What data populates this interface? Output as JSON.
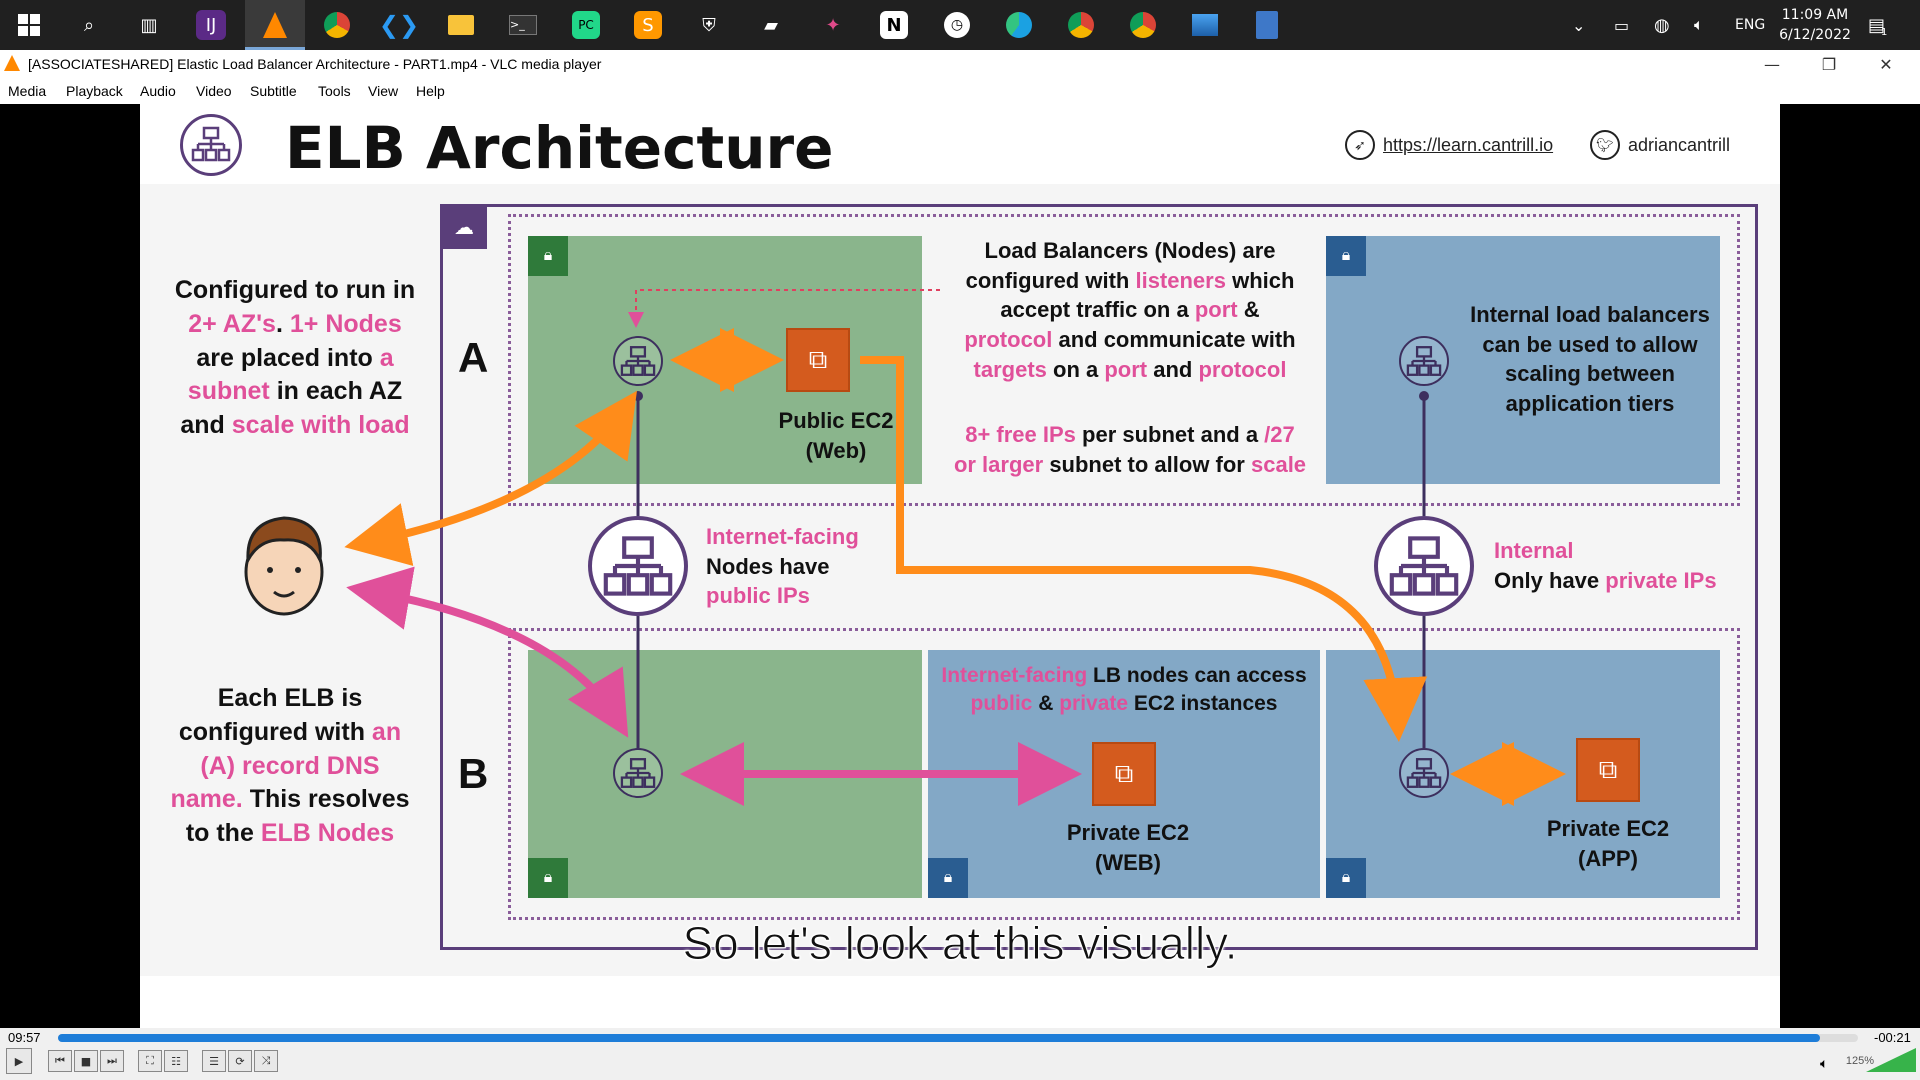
{
  "taskbar": {
    "clock_time": "11:09 AM",
    "clock_date": "6/12/2022",
    "language": "ENG",
    "notification_count": "1",
    "apps": [
      "start-icon",
      "search-icon",
      "task-view-icon",
      "jetbrains-toolbox-icon",
      "vlc-icon",
      "chrome-icon",
      "vscode-icon",
      "file-explorer-icon",
      "terminal-icon",
      "pycharm-icon",
      "sublime-text-icon",
      "security-icon",
      "app-icon",
      "app-icon",
      "notion-icon",
      "clock-app-icon",
      "edge-icon",
      "chrome-icon",
      "chrome-icon",
      "photos-icon",
      "calculator-icon"
    ]
  },
  "window": {
    "title": "[ASSOCIATESHARED] Elastic Load Balancer Architecture - PART1.mp4 - VLC media player"
  },
  "menu": [
    "Media",
    "Playback",
    "Audio",
    "Video",
    "Subtitle",
    "Tools",
    "View",
    "Help"
  ],
  "slide": {
    "title": "ELB Architecture",
    "link": "https://learn.cantrill.io",
    "handle": "adriancantrill",
    "left_top": {
      "l1": "Configured to run in",
      "l2a": "2+ AZ's",
      "l2b": ". ",
      "l2c": "1+ Nodes",
      "l3a": "are placed into ",
      "l3b": "a",
      "l4a": "subnet",
      "l4b": " in each AZ",
      "l5a": "and ",
      "l5b": "scale with load"
    },
    "left_bottom": {
      "l1": "Each ELB is",
      "l2a": "configured with ",
      "l2b": "an",
      "l3": "(A) record DNS",
      "l4a": "name.",
      "l4b": " This resolves",
      "l5a": "to the ",
      "l5b": "ELB Nodes"
    },
    "az_a": "A",
    "az_b": "B",
    "public_ec2": {
      "l1": "Public EC2",
      "l2": "(Web)"
    },
    "listeners": {
      "l1": "Load Balancers (Nodes) are",
      "l2a": "configured with ",
      "l2b": "listeners",
      "l2c": " which",
      "l3a": "accept traffic on a ",
      "l3b": "port",
      "l3c": " &",
      "l4a": "protocol",
      "l4b": " and communicate with",
      "l5a": "targets",
      "l5b": " on a ",
      "l5c": "port",
      "l5d": " and ",
      "l5e": "protocol"
    },
    "free_ips": {
      "l1a": "8+ free IPs",
      "l1b": " per subnet and a ",
      "l1c": "/27",
      "l2a": "or larger",
      "l2b": " subnet to allow for ",
      "l2c": "scale"
    },
    "internal_lb": {
      "l1": "Internal load balancers",
      "l2": "can be used to allow",
      "l3": "scaling between",
      "l4": "application tiers"
    },
    "internet_facing": {
      "l1": "Internet-facing",
      "l2": "Nodes have",
      "l3": "public IPs"
    },
    "internal": {
      "l1": "Internal",
      "l2a": "Only have ",
      "l2b": "private IPs"
    },
    "lb_access": {
      "l1a": "Internet-facing",
      "l1b": " LB nodes can access",
      "l2a": "public",
      "l2b": " & ",
      "l2c": "private",
      "l2d": " EC2 instances"
    },
    "private_web": {
      "l1": "Private EC2",
      "l2": "(WEB)"
    },
    "private_app": {
      "l1": "Private EC2",
      "l2": "(APP)"
    }
  },
  "subtitle": "So let's look at this visually.",
  "player": {
    "elapsed": "09:57",
    "remaining": "-00:21",
    "progress_fraction": 0.979,
    "volume": "125%"
  },
  "colors": {
    "accent_pink": "#e0509a",
    "accent_orange": "#ff8c1a",
    "purple": "#5a3e7a",
    "subnet_green": "#8ab58c",
    "subnet_blue": "#83a8c6"
  }
}
